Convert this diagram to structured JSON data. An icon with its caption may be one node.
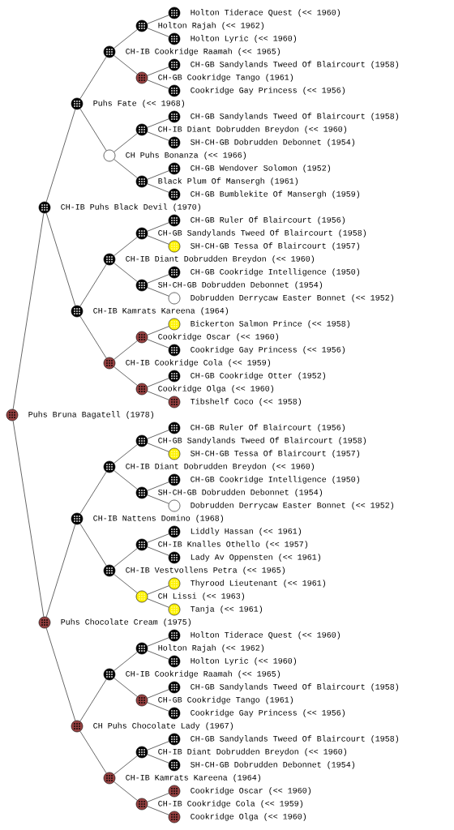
{
  "diagram": {
    "nodes": [
      {
        "text": [
          "Holton Tiderace Quest (<< 1960)"
        ]
      },
      {
        "text": [
          "Holton Rajah (<< 1962)"
        ]
      },
      {
        "text": [
          "Holton Lyric (<< 1960)"
        ]
      },
      {
        "text": [
          "CH-IB Cookridge Raamah (<< 1965)"
        ]
      },
      {
        "text": [
          "CH-GB Sandylands Tweed Of Blaircourt (1958)"
        ]
      },
      {
        "text": [
          "CH-GB Cookridge Tango (1961)"
        ]
      },
      {
        "text": [
          "Cookridge Gay Princess (<< 1956)"
        ]
      },
      {
        "text": [
          "Puhs Fate (<< 1968)"
        ]
      },
      {
        "text": [
          "CH-GB Sandylands Tweed Of Blaircourt (1958)"
        ]
      },
      {
        "text": [
          "CH-IB Diant Dobrudden Breydon (<< 1960)"
        ]
      },
      {
        "text": [
          "SH-CH-GB Dobrudden Debonnet (1954)"
        ]
      },
      {
        "text": [
          "CH Puhs Bonanza (<< 1966)"
        ]
      },
      {
        "text": [
          "CH-GB Wendover Solomon (1952)"
        ]
      },
      {
        "text": [
          "Black Plum Of Mansergh (1961)"
        ]
      },
      {
        "text": [
          "CH-GB Bumblekite Of Mansergh (1959)"
        ]
      },
      {
        "text": [
          "CH-IB Puhs Black Devil (1970)"
        ]
      },
      {
        "text": [
          "CH-GB Ruler Of Blaircourt (1956)"
        ]
      },
      {
        "text": [
          "CH-GB Sandylands Tweed Of Blaircourt (1958)"
        ]
      },
      {
        "text": [
          "SH-CH-GB Tessa Of Blaircourt (1957)"
        ]
      },
      {
        "text": [
          "CH-IB Diant Dobrudden Breydon (<< 1960)"
        ]
      },
      {
        "text": [
          "CH-GB Cookridge Intelligence (1950)"
        ]
      },
      {
        "text": [
          "SH-CH-GB Dobrudden Debonnet (1954)"
        ]
      },
      {
        "text": [
          "Dobrudden Derrycaw Easter Bonnet (<< 1952)"
        ]
      },
      {
        "text": [
          "CH-IB Kamrats Kareena (1964)"
        ]
      },
      {
        "text": [
          "Bickerton Salmon Prince (<< 1958)"
        ]
      },
      {
        "text": [
          "Cookridge Oscar (<< 1960)"
        ]
      },
      {
        "text": [
          "Cookridge Gay Princess (<< 1956)"
        ]
      },
      {
        "text": [
          "CH-IB Cookridge Cola (<< 1959)"
        ]
      },
      {
        "text": [
          "CH-GB Cookridge Otter (1952)"
        ]
      },
      {
        "text": [
          "Cookridge Olga (<< 1960)"
        ]
      },
      {
        "text": [
          "Tibshelf Coco (<< 1958)"
        ]
      },
      {
        "text": [
          "Puhs Bruna Bagatell (1978)"
        ]
      },
      {
        "text": [
          "CH-GB Ruler Of Blaircourt (1956)"
        ]
      },
      {
        "text": [
          "CH-GB Sandylands Tweed Of Blaircourt (1958)"
        ]
      },
      {
        "text": [
          "SH-CH-GB Tessa Of Blaircourt (1957)"
        ]
      },
      {
        "text": [
          "CH-IB Diant Dobrudden Breydon (<< 1960)"
        ]
      },
      {
        "text": [
          "CH-GB Cookridge Intelligence (1950)"
        ]
      },
      {
        "text": [
          "SH-CH-GB Dobrudden Debonnet (1954)"
        ]
      },
      {
        "text": [
          "Dobrudden Derrycaw Easter Bonnet (<< 1952)"
        ]
      },
      {
        "text": [
          "CH-IB Nattens Domino (1968)"
        ]
      },
      {
        "text": [
          "Liddly Hassan (<< 1961)"
        ]
      },
      {
        "text": [
          "CH-IB Knalles Othello (<< 1957)"
        ]
      },
      {
        "text": [
          "Lady Av Oppensten (<< 1961)"
        ]
      },
      {
        "text": [
          "CH-IB Vestvollens Petra (<< 1965)"
        ]
      },
      {
        "text": [
          "Thyrood Lieutenant (<< 1961)"
        ]
      },
      {
        "text": [
          "CH Lissi (<< 1963)"
        ]
      },
      {
        "text": [
          "Tanja (<< 1961)"
        ]
      },
      {
        "text": [
          "Puhs Chocolate Cream (1975)"
        ]
      },
      {
        "text": [
          "Holton Tiderace Quest (<< 1960)"
        ]
      },
      {
        "text": [
          "Holton Rajah (<< 1962)"
        ]
      },
      {
        "text": [
          "Holton Lyric (<< 1960)"
        ]
      },
      {
        "text": [
          "CH-IB Cookridge Raamah (<< 1965)"
        ]
      },
      {
        "text": [
          "CH-GB Sandylands Tweed Of Blaircourt (1958)"
        ]
      },
      {
        "text": [
          "CH-GB Cookridge Tango (1961)"
        ]
      },
      {
        "text": [
          "Cookridge Gay Princess (<< 1956)"
        ]
      },
      {
        "text": [
          "CH Puhs Chocolate Lady (1967)"
        ]
      },
      {
        "text": [
          "CH-GB Sandylands Tweed Of Blaircourt (1958)"
        ]
      },
      {
        "text": [
          "CH-IB Diant Dobrudden Breydon (<< 1960)"
        ]
      },
      {
        "text": [
          "SH-CH-GB Dobrudden Debonnet (1954)"
        ]
      },
      {
        "text": [
          "CH-IB Kamrats Kareena (1964)"
        ]
      },
      {
        "text": [
          "Cookridge Oscar (<< 1960)"
        ]
      },
      {
        "text": [
          "CH-IB Cookridge Cola (<< 1959)"
        ]
      },
      {
        "text": [
          "Cookridge Olga (<< 1960)"
        ]
      }
    ],
    "edges": [
      {
        "from": 31,
        "to": 15,
        "arrow": "none"
      },
      {
        "from": 31,
        "to": 47,
        "arrow": "none"
      },
      {
        "from": 15,
        "to": 7,
        "arrow": "none"
      },
      {
        "from": 15,
        "to": 23,
        "arrow": "none"
      },
      {
        "from": 47,
        "to": 39,
        "arrow": "none"
      },
      {
        "from": 47,
        "to": 55,
        "arrow": "none"
      },
      {
        "from": 7,
        "to": 3,
        "arrow": "none"
      },
      {
        "from": 7,
        "to": 11,
        "arrow": "none"
      },
      {
        "from": 23,
        "to": 19,
        "arrow": "none"
      },
      {
        "from": 23,
        "to": 27,
        "arrow": "none"
      },
      {
        "from": 39,
        "to": 35,
        "arrow": "none"
      },
      {
        "from": 39,
        "to": 43,
        "arrow": "none"
      },
      {
        "from": 55,
        "to": 51,
        "arrow": "none"
      },
      {
        "from": 55,
        "to": 59,
        "arrow": "none"
      },
      {
        "from": 3,
        "to": 1,
        "arrow": "none"
      },
      {
        "from": 3,
        "to": 5,
        "arrow": "none"
      },
      {
        "from": 11,
        "to": 9,
        "arrow": "none"
      },
      {
        "from": 11,
        "to": 13,
        "arrow": "none"
      },
      {
        "from": 19,
        "to": 17,
        "arrow": "none"
      },
      {
        "from": 19,
        "to": 21,
        "arrow": "none"
      },
      {
        "from": 27,
        "to": 25,
        "arrow": "none"
      },
      {
        "from": 27,
        "to": 29,
        "arrow": "none"
      },
      {
        "from": 35,
        "to": 33,
        "arrow": "none"
      },
      {
        "from": 35,
        "to": 37,
        "arrow": "none"
      },
      {
        "from": 43,
        "to": 41,
        "arrow": "none"
      },
      {
        "from": 43,
        "to": 45,
        "arrow": "none"
      },
      {
        "from": 51,
        "to": 49,
        "arrow": "none"
      },
      {
        "from": 51,
        "to": 53,
        "arrow": "none"
      },
      {
        "from": 59,
        "to": 57,
        "arrow": "none"
      },
      {
        "from": 59,
        "to": 61,
        "arrow": "none"
      },
      {
        "from": 1,
        "to": 0,
        "arrow": "none"
      },
      {
        "from": 1,
        "to": 2,
        "arrow": "none"
      },
      {
        "from": 5,
        "to": 4,
        "arrow": "none"
      },
      {
        "from": 5,
        "to": 6,
        "arrow": "none"
      },
      {
        "from": 9,
        "to": 8,
        "arrow": "none"
      },
      {
        "from": 9,
        "to": 10,
        "arrow": "none"
      },
      {
        "from": 13,
        "to": 12,
        "arrow": "none"
      },
      {
        "from": 13,
        "to": 14,
        "arrow": "none"
      },
      {
        "from": 17,
        "to": 16,
        "arrow": "none"
      },
      {
        "from": 17,
        "to": 18,
        "arrow": "none"
      },
      {
        "from": 21,
        "to": 20,
        "arrow": "none"
      },
      {
        "from": 21,
        "to": 22,
        "arrow": "none"
      },
      {
        "from": 25,
        "to": 24,
        "arrow": "none"
      },
      {
        "from": 25,
        "to": 26,
        "arrow": "none"
      },
      {
        "from": 29,
        "to": 28,
        "arrow": "none"
      },
      {
        "from": 29,
        "to": 30,
        "arrow": "none"
      },
      {
        "from": 33,
        "to": 32,
        "arrow": "none"
      },
      {
        "from": 33,
        "to": 34,
        "arrow": "none"
      },
      {
        "from": 37,
        "to": 36,
        "arrow": "none"
      },
      {
        "from": 37,
        "to": 38,
        "arrow": "none"
      },
      {
        "from": 41,
        "to": 40,
        "arrow": "none"
      },
      {
        "from": 41,
        "to": 42,
        "arrow": "none"
      },
      {
        "from": 45,
        "to": 44,
        "arrow": "none"
      },
      {
        "from": 45,
        "to": 46,
        "arrow": "none"
      },
      {
        "from": 49,
        "to": 48,
        "arrow": "none"
      },
      {
        "from": 49,
        "to": 50,
        "arrow": "none"
      },
      {
        "from": 53,
        "to": 52,
        "arrow": "none"
      },
      {
        "from": 53,
        "to": 54,
        "arrow": "none"
      },
      {
        "from": 57,
        "to": 56,
        "arrow": "none"
      },
      {
        "from": 57,
        "to": 58,
        "arrow": "none"
      },
      {
        "from": 61,
        "to": 60,
        "arrow": "none"
      },
      {
        "from": 61,
        "to": 62,
        "arrow": "none"
      }
    ]
  }
}
